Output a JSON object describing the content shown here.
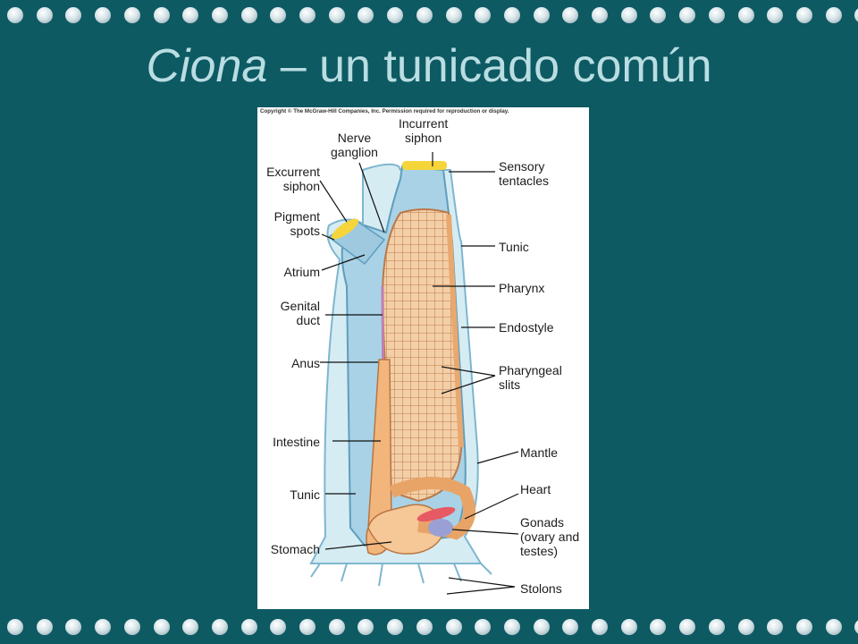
{
  "slide": {
    "title_italic": "Ciona",
    "title_rest": " – un tunicado común"
  },
  "figure": {
    "copyright": "Copyright © The McGraw-Hill Companies, Inc. Permission required for reproduction or display.",
    "labels": {
      "incurrent_siphon": "Incurrent\nsiphon",
      "nerve_ganglion": "Nerve\nganglion",
      "excurrent_siphon": "Excurrent\nsiphon",
      "pigment_spots": "Pigment\nspots",
      "atrium": "Atrium",
      "genital_duct": "Genital\nduct",
      "anus": "Anus",
      "intestine": "Intestine",
      "tunic_left": "Tunic",
      "stomach": "Stomach",
      "sensory_tentacles": "Sensory\ntentacles",
      "tunic_right": "Tunic",
      "pharynx": "Pharynx",
      "endostyle": "Endostyle",
      "pharyngeal_slits": "Pharyngeal\nslits",
      "mantle": "Mantle",
      "heart": "Heart",
      "gonads": "Gonads\n(ovary and\ntestes)",
      "stolons": "Stolons"
    }
  },
  "colors": {
    "background": "#0d5a63",
    "title": "#b9dde2",
    "tunic_blue": "#bfe0ec",
    "mantle_blue": "#7fbcd8",
    "pharynx_orange": "#f0c49a",
    "gut_orange": "#f2b57c",
    "siphon_yellow": "#f5d53a"
  }
}
